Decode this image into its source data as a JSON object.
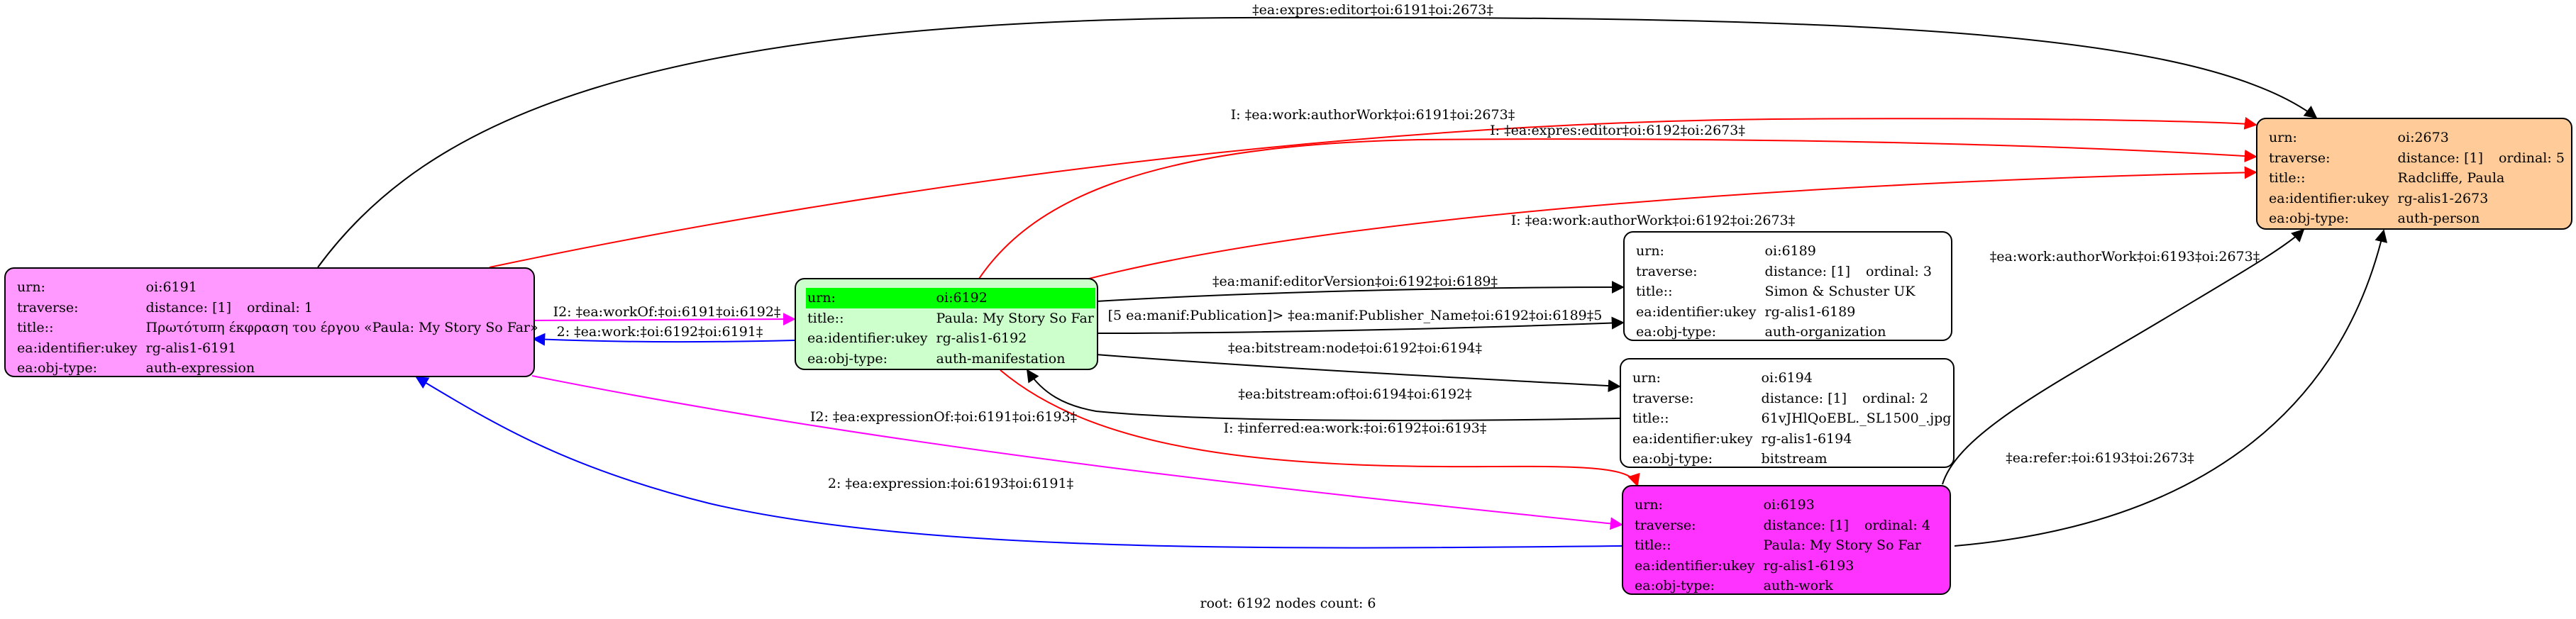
{
  "colors": {
    "black": "#000000",
    "red": "#ff0000",
    "magenta": "#ff00ff",
    "blue": "#0000ff",
    "node_6191": "#ff99ff",
    "node_6192": "#ccffcc",
    "node_6192_highlight": "#00ff00",
    "node_6193": "#ff33ff",
    "node_2673": "#ffcc99",
    "node_plain": "#ffffff"
  },
  "nodes": {
    "n6191": {
      "rows": [
        {
          "k": "urn:",
          "v": "oi:6191"
        },
        {
          "k": "traverse:",
          "v": "distance: [1]",
          "extra": "ordinal: 1"
        },
        {
          "k": "title::",
          "v": "Πρωτότυπη έκφραση του έργου «Paula: My Story So Far»"
        },
        {
          "k": "ea:identifier:ukey",
          "v": "rg-alis1-6191"
        },
        {
          "k": "ea:obj-type:",
          "v": "auth-expression"
        }
      ]
    },
    "n6192": {
      "rows": [
        {
          "k": "urn:",
          "v": "oi:6192"
        },
        {
          "k": "title::",
          "v": "Paula: My Story So Far"
        },
        {
          "k": "ea:identifier:ukey",
          "v": "rg-alis1-6192"
        },
        {
          "k": "ea:obj-type:",
          "v": "auth-manifestation"
        }
      ]
    },
    "n6189": {
      "rows": [
        {
          "k": "urn:",
          "v": "oi:6189"
        },
        {
          "k": "traverse:",
          "v": "distance: [1]",
          "extra": "ordinal: 3"
        },
        {
          "k": "title::",
          "v": "Simon & Schuster UK"
        },
        {
          "k": "ea:identifier:ukey",
          "v": "rg-alis1-6189"
        },
        {
          "k": "ea:obj-type:",
          "v": "auth-organization"
        }
      ]
    },
    "n6194": {
      "rows": [
        {
          "k": "urn:",
          "v": "oi:6194"
        },
        {
          "k": "traverse:",
          "v": "distance: [1]",
          "extra": "ordinal: 2"
        },
        {
          "k": "title::",
          "v": "61vJHlQoEBL._SL1500_.jpg"
        },
        {
          "k": "ea:identifier:ukey",
          "v": "rg-alis1-6194"
        },
        {
          "k": "ea:obj-type:",
          "v": "bitstream"
        }
      ]
    },
    "n6193": {
      "rows": [
        {
          "k": "urn:",
          "v": "oi:6193"
        },
        {
          "k": "traverse:",
          "v": "distance: [1]",
          "extra": "ordinal: 4"
        },
        {
          "k": "title::",
          "v": "Paula: My Story So Far"
        },
        {
          "k": "ea:identifier:ukey",
          "v": "rg-alis1-6193"
        },
        {
          "k": "ea:obj-type:",
          "v": "auth-work"
        }
      ]
    },
    "n2673": {
      "rows": [
        {
          "k": "urn:",
          "v": "oi:2673"
        },
        {
          "k": "traverse:",
          "v": "distance: [1]",
          "extra": "ordinal: 5"
        },
        {
          "k": "title::",
          "v": "Radcliffe, Paula"
        },
        {
          "k": "ea:identifier:ukey",
          "v": "rg-alis1-2673"
        },
        {
          "k": "ea:obj-type:",
          "v": "auth-person"
        }
      ]
    }
  },
  "edges": [
    {
      "label": "‡ea:expres:editor‡oi:6191‡oi:2673‡",
      "color": "black"
    },
    {
      "label": "I: ‡ea:work:authorWork‡oi:6191‡oi:2673‡",
      "color": "red"
    },
    {
      "label": "I: ‡ea:expres:editor‡oi:6192‡oi:2673‡",
      "color": "red"
    },
    {
      "label": "I: ‡ea:work:authorWork‡oi:6192‡oi:2673‡",
      "color": "red"
    },
    {
      "label": "I2: ‡ea:workOf:‡oi:6191‡oi:6192‡",
      "color": "magenta"
    },
    {
      "label": "2: ‡ea:work:‡oi:6192‡oi:6191‡",
      "color": "blue"
    },
    {
      "label": "‡ea:manif:editorVersion‡oi:6192‡oi:6189‡",
      "color": "black"
    },
    {
      "label": "[5 ea:manif:Publication]> ‡ea:manif:Publisher_Name‡oi:6192‡oi:6189‡5",
      "color": "black"
    },
    {
      "label": "‡ea:bitstream:node‡oi:6192‡oi:6194‡",
      "color": "black"
    },
    {
      "label": "‡ea:bitstream:of‡oi:6194‡oi:6192‡",
      "color": "black"
    },
    {
      "label": "I: ‡inferred:ea:work:‡oi:6192‡oi:6193‡",
      "color": "red"
    },
    {
      "label": "I2: ‡ea:expressionOf:‡oi:6191‡oi:6193‡",
      "color": "magenta"
    },
    {
      "label": "2: ‡ea:expression:‡oi:6193‡oi:6191‡",
      "color": "blue"
    },
    {
      "label": "‡ea:work:authorWork‡oi:6193‡oi:2673‡",
      "color": "black"
    },
    {
      "label": "‡ea:refer:‡oi:6193‡oi:2673‡",
      "color": "black"
    }
  ],
  "footer": "root: 6192 nodes count: 6"
}
